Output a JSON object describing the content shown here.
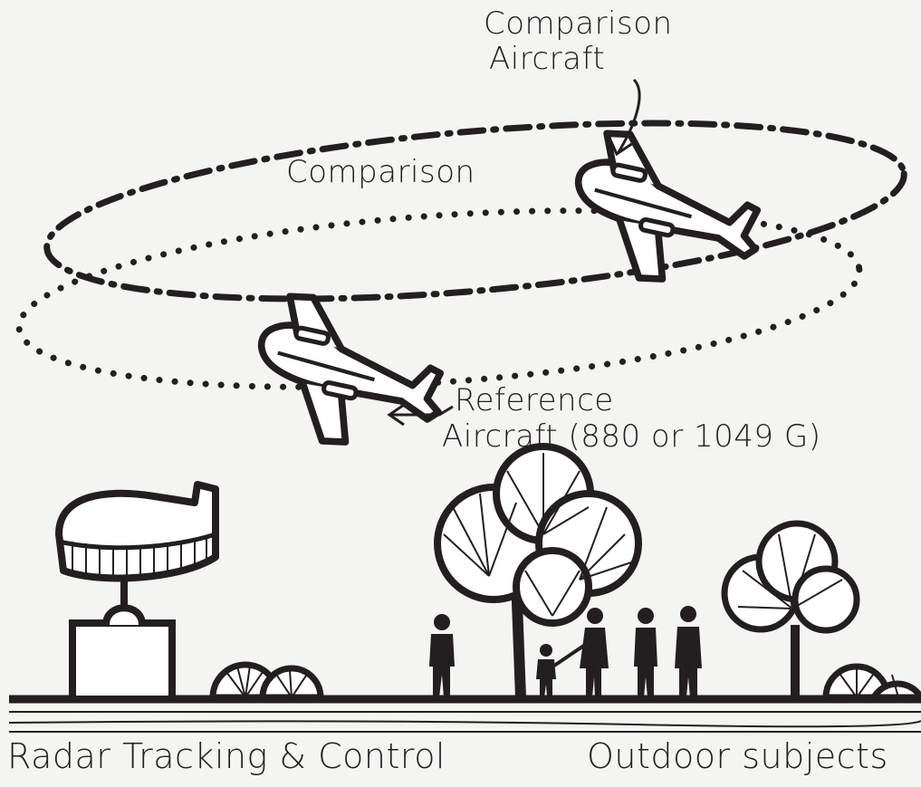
{
  "labels": {
    "comparison_aircraft": [
      "Comparison",
      "Aircraft"
    ],
    "comparison_orbit": "Comparison",
    "reference_aircraft": [
      "Reference",
      "Aircraft (880 or 1049 G)"
    ],
    "radar": "Radar Tracking & Control",
    "outdoor": "Outdoor subjects"
  },
  "icons": [
    "aircraft-icon",
    "radar-antenna-icon",
    "tree-icon",
    "shrub-icon",
    "person-icon",
    "child-icon"
  ],
  "colors": {
    "ink": "#231f20",
    "paper": "#f4f4f2",
    "fill": "#ffffff"
  }
}
